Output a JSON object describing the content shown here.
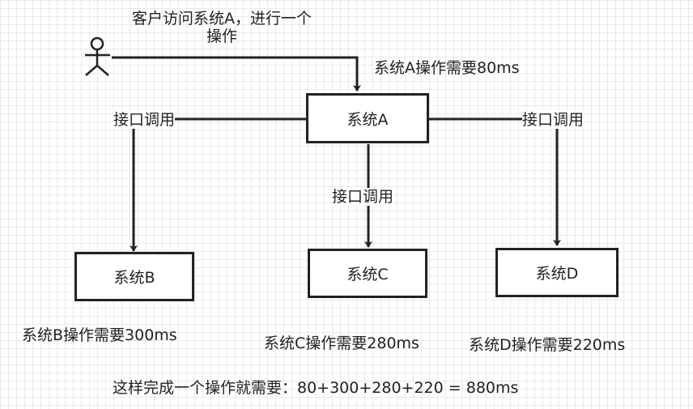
{
  "user_action": {
    "line1": "客户访问系统A，进行一个",
    "line2": "操作"
  },
  "systems": {
    "a": "系统A",
    "b": "系统B",
    "c": "系统C",
    "d": "系统D"
  },
  "edges": {
    "left": "接口调用",
    "center": "接口调用",
    "right": "接口调用"
  },
  "timings": {
    "a": "系统A操作需要80ms",
    "b": "系统B操作需要300ms",
    "c": "系统C操作需要280ms",
    "d": "系统D操作需要220ms"
  },
  "summary": "这样完成一个操作就需要：80+300+280+220 = 880ms"
}
